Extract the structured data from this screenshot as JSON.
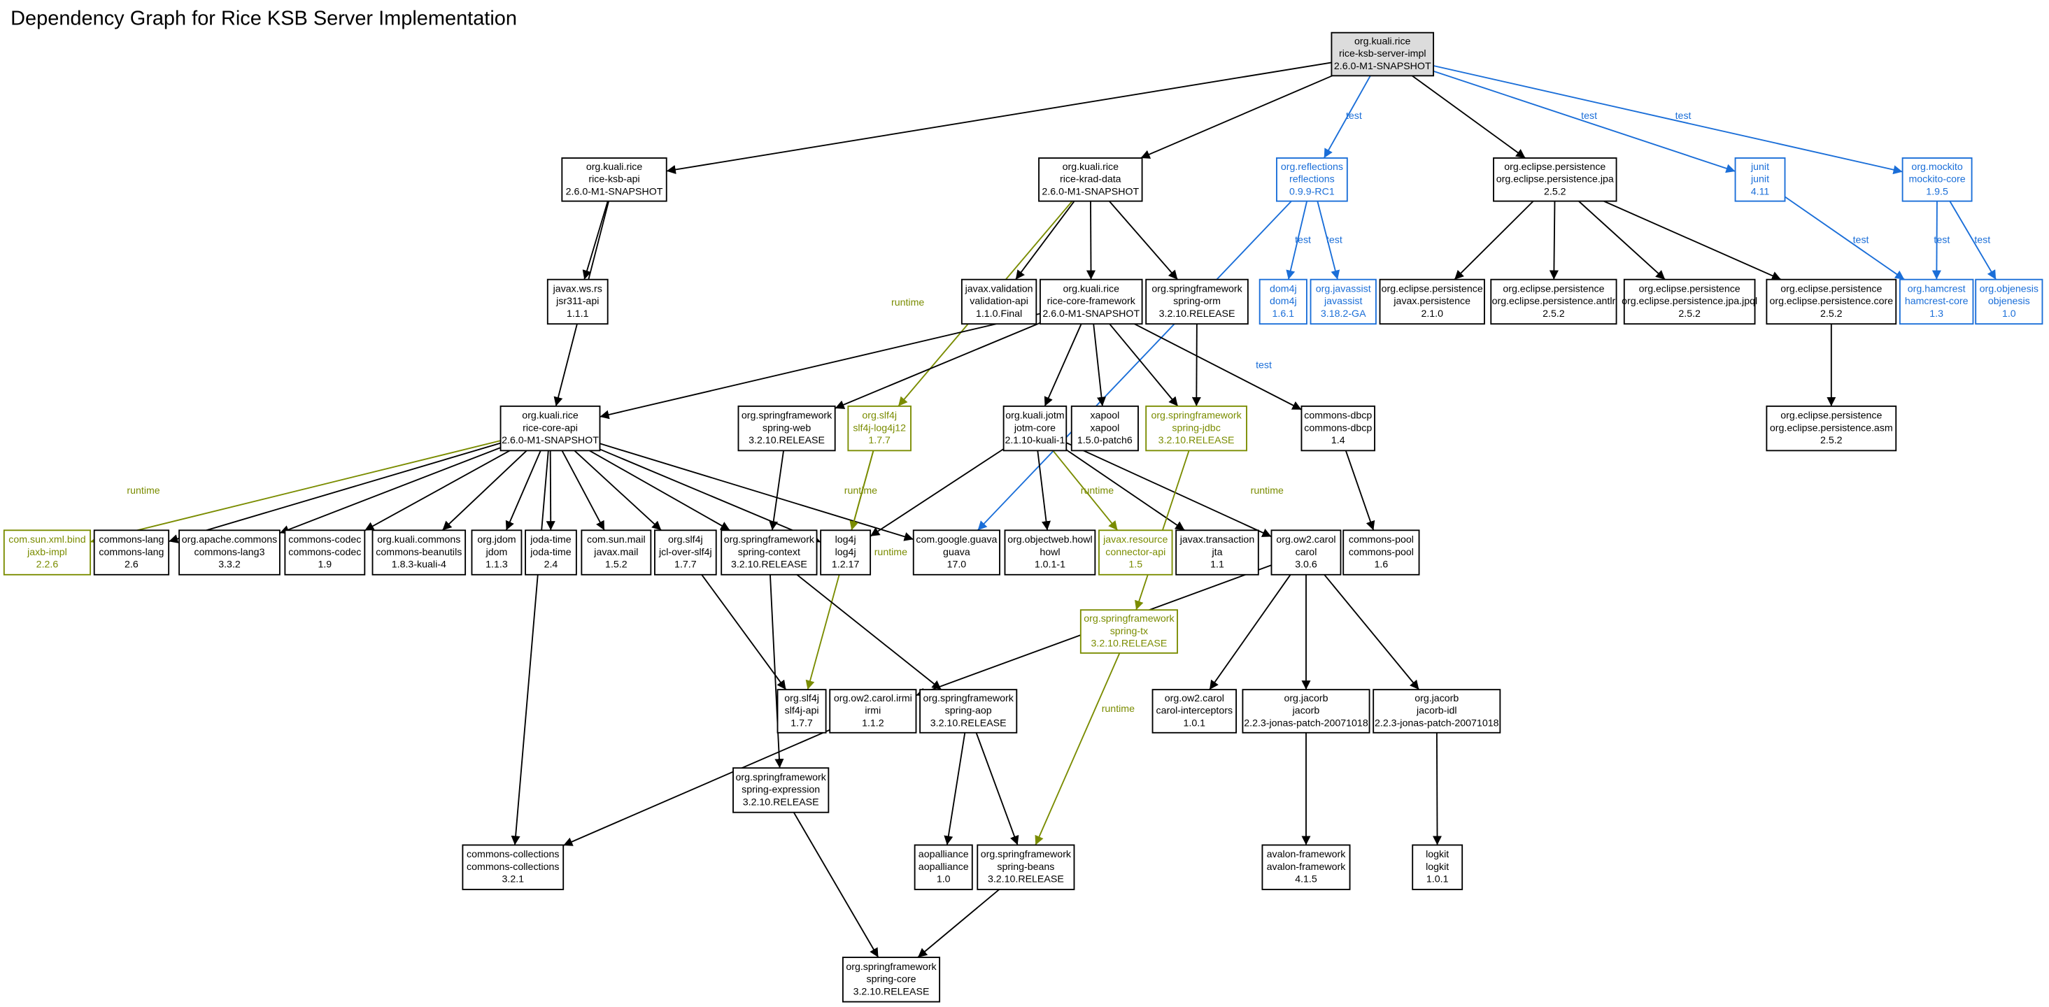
{
  "title": "Dependency Graph for Rice KSB Server Implementation",
  "colors": {
    "compile": "#000000",
    "test": "#1a6ed8",
    "runtime": "#7a8c00",
    "root_fill": "#dcdcdc"
  },
  "nodes": [
    {
      "id": "root",
      "group": "org.kuali.rice",
      "artifact": "rice-ksb-server-impl",
      "version": "2.6.0-M1-SNAPSHOT",
      "scope": "root"
    },
    {
      "id": "ksbapi",
      "group": "org.kuali.rice",
      "artifact": "rice-ksb-api",
      "version": "2.6.0-M1-SNAPSHOT",
      "scope": "compile"
    },
    {
      "id": "kradd",
      "group": "org.kuali.rice",
      "artifact": "rice-krad-data",
      "version": "2.6.0-M1-SNAPSHOT",
      "scope": "compile"
    },
    {
      "id": "refl",
      "group": "org.reflections",
      "artifact": "reflections",
      "version": "0.9.9-RC1",
      "scope": "test"
    },
    {
      "id": "jpa",
      "group": "org.eclipse.persistence",
      "artifact": "org.eclipse.persistence.jpa",
      "version": "2.5.2",
      "scope": "compile"
    },
    {
      "id": "junit",
      "group": "junit",
      "artifact": "junit",
      "version": "4.11",
      "scope": "test"
    },
    {
      "id": "mockito",
      "group": "org.mockito",
      "artifact": "mockito-core",
      "version": "1.9.5",
      "scope": "test"
    },
    {
      "id": "jsr311",
      "group": "javax.ws.rs",
      "artifact": "jsr311-api",
      "version": "1.1.1",
      "scope": "compile"
    },
    {
      "id": "validation",
      "group": "javax.validation",
      "artifact": "validation-api",
      "version": "1.1.0.Final",
      "scope": "compile"
    },
    {
      "id": "corefw",
      "group": "org.kuali.rice",
      "artifact": "rice-core-framework",
      "version": "2.6.0-M1-SNAPSHOT",
      "scope": "compile"
    },
    {
      "id": "springorm",
      "group": "org.springframework",
      "artifact": "spring-orm",
      "version": "3.2.10.RELEASE",
      "scope": "compile"
    },
    {
      "id": "dom4j",
      "group": "dom4j",
      "artifact": "dom4j",
      "version": "1.6.1",
      "scope": "test"
    },
    {
      "id": "javassist",
      "group": "org.javassist",
      "artifact": "javassist",
      "version": "3.18.2-GA",
      "scope": "test"
    },
    {
      "id": "jpersist",
      "group": "org.eclipse.persistence",
      "artifact": "javax.persistence",
      "version": "2.1.0",
      "scope": "compile"
    },
    {
      "id": "antlr",
      "group": "org.eclipse.persistence",
      "artifact": "org.eclipse.persistence.antlr",
      "version": "2.5.2",
      "scope": "compile"
    },
    {
      "id": "jpql",
      "group": "org.eclipse.persistence",
      "artifact": "org.eclipse.persistence.jpa.jpql",
      "version": "2.5.2",
      "scope": "compile"
    },
    {
      "id": "pcore",
      "group": "org.eclipse.persistence",
      "artifact": "org.eclipse.persistence.core",
      "version": "2.5.2",
      "scope": "compile"
    },
    {
      "id": "hamcrest",
      "group": "org.hamcrest",
      "artifact": "hamcrest-core",
      "version": "1.3",
      "scope": "test"
    },
    {
      "id": "objenesis",
      "group": "org.objenesis",
      "artifact": "objenesis",
      "version": "1.0",
      "scope": "test"
    },
    {
      "id": "coreapi",
      "group": "org.kuali.rice",
      "artifact": "rice-core-api",
      "version": "2.6.0-M1-SNAPSHOT",
      "scope": "compile"
    },
    {
      "id": "springweb",
      "group": "org.springframework",
      "artifact": "spring-web",
      "version": "3.2.10.RELEASE",
      "scope": "compile"
    },
    {
      "id": "slf4jlog4j",
      "group": "org.slf4j",
      "artifact": "slf4j-log4j12",
      "version": "1.7.7",
      "scope": "runtime"
    },
    {
      "id": "jotm",
      "group": "org.kuali.jotm",
      "artifact": "jotm-core",
      "version": "2.1.10-kuali-1",
      "scope": "compile"
    },
    {
      "id": "xapool",
      "group": "xapool",
      "artifact": "xapool",
      "version": "1.5.0-patch6",
      "scope": "compile"
    },
    {
      "id": "springjdbc",
      "group": "org.springframework",
      "artifact": "spring-jdbc",
      "version": "3.2.10.RELEASE",
      "scope": "runtime"
    },
    {
      "id": "dbcp",
      "group": "commons-dbcp",
      "artifact": "commons-dbcp",
      "version": "1.4",
      "scope": "compile"
    },
    {
      "id": "pasm",
      "group": "org.eclipse.persistence",
      "artifact": "org.eclipse.persistence.asm",
      "version": "2.5.2",
      "scope": "compile"
    },
    {
      "id": "jaxb",
      "group": "com.sun.xml.bind",
      "artifact": "jaxb-impl",
      "version": "2.2.6",
      "scope": "runtime"
    },
    {
      "id": "clang",
      "group": "commons-lang",
      "artifact": "commons-lang",
      "version": "2.6",
      "scope": "compile"
    },
    {
      "id": "lang3",
      "group": "org.apache.commons",
      "artifact": "commons-lang3",
      "version": "3.3.2",
      "scope": "compile"
    },
    {
      "id": "codec",
      "group": "commons-codec",
      "artifact": "commons-codec",
      "version": "1.9",
      "scope": "compile"
    },
    {
      "id": "beanutils",
      "group": "org.kuali.commons",
      "artifact": "commons-beanutils",
      "version": "1.8.3-kuali-4",
      "scope": "compile"
    },
    {
      "id": "jdom",
      "group": "org.jdom",
      "artifact": "jdom",
      "version": "1.1.3",
      "scope": "compile"
    },
    {
      "id": "jodatime",
      "group": "joda-time",
      "artifact": "joda-time",
      "version": "2.4",
      "scope": "compile"
    },
    {
      "id": "javaxmail",
      "group": "com.sun.mail",
      "artifact": "javax.mail",
      "version": "1.5.2",
      "scope": "compile"
    },
    {
      "id": "jcl",
      "group": "org.slf4j",
      "artifact": "jcl-over-slf4j",
      "version": "1.7.7",
      "scope": "compile"
    },
    {
      "id": "springcontext",
      "group": "org.springframework",
      "artifact": "spring-context",
      "version": "3.2.10.RELEASE",
      "scope": "compile"
    },
    {
      "id": "log4j",
      "group": "log4j",
      "artifact": "log4j",
      "version": "1.2.17",
      "scope": "compile"
    },
    {
      "id": "guava",
      "group": "com.google.guava",
      "artifact": "guava",
      "version": "17.0",
      "scope": "compile"
    },
    {
      "id": "howl",
      "group": "org.objectweb.howl",
      "artifact": "howl",
      "version": "1.0.1-1",
      "scope": "compile"
    },
    {
      "id": "connector",
      "group": "javax.resource",
      "artifact": "connector-api",
      "version": "1.5",
      "scope": "runtime"
    },
    {
      "id": "jta",
      "group": "javax.transaction",
      "artifact": "jta",
      "version": "1.1",
      "scope": "compile"
    },
    {
      "id": "carol",
      "group": "org.ow2.carol",
      "artifact": "carol",
      "version": "3.0.6",
      "scope": "compile"
    },
    {
      "id": "pool",
      "group": "commons-pool",
      "artifact": "commons-pool",
      "version": "1.6",
      "scope": "compile"
    },
    {
      "id": "springtx",
      "group": "org.springframework",
      "artifact": "spring-tx",
      "version": "3.2.10.RELEASE",
      "scope": "runtime"
    },
    {
      "id": "slf4japi",
      "group": "org.slf4j",
      "artifact": "slf4j-api",
      "version": "1.7.7",
      "scope": "compile"
    },
    {
      "id": "ormi",
      "group": "org.ow2.carol.irmi",
      "artifact": "irmi",
      "version": "1.1.2",
      "scope": "compile"
    },
    {
      "id": "springaop",
      "group": "org.springframework",
      "artifact": "spring-aop",
      "version": "3.2.10.RELEASE",
      "scope": "compile"
    },
    {
      "id": "carolint",
      "group": "org.ow2.carol",
      "artifact": "carol-interceptors",
      "version": "1.0.1",
      "scope": "compile"
    },
    {
      "id": "jacorb",
      "group": "org.jacorb",
      "artifact": "jacorb",
      "version": "2.2.3-jonas-patch-20071018",
      "scope": "compile"
    },
    {
      "id": "jacorbidl",
      "group": "org.jacorb",
      "artifact": "jacorb-idl",
      "version": "2.2.3-jonas-patch-20071018",
      "scope": "compile"
    },
    {
      "id": "springexpr",
      "group": "org.springframework",
      "artifact": "spring-expression",
      "version": "3.2.10.RELEASE",
      "scope": "compile"
    },
    {
      "id": "collections",
      "group": "commons-collections",
      "artifact": "commons-collections",
      "version": "3.2.1",
      "scope": "compile"
    },
    {
      "id": "aopalliance",
      "group": "aopalliance",
      "artifact": "aopalliance",
      "version": "1.0",
      "scope": "compile"
    },
    {
      "id": "springbeans",
      "group": "org.springframework",
      "artifact": "spring-beans",
      "version": "3.2.10.RELEASE",
      "scope": "compile"
    },
    {
      "id": "avalon",
      "group": "avalon-framework",
      "artifact": "avalon-framework",
      "version": "4.1.5",
      "scope": "compile"
    },
    {
      "id": "logkit",
      "group": "logkit",
      "artifact": "logkit",
      "version": "1.0.1",
      "scope": "compile"
    },
    {
      "id": "springcore",
      "group": "org.springframework",
      "artifact": "spring-core",
      "version": "3.2.10.RELEASE",
      "scope": "compile"
    }
  ],
  "edges": [
    {
      "from": "root",
      "to": "ksbapi"
    },
    {
      "from": "root",
      "to": "kradd"
    },
    {
      "from": "root",
      "to": "refl",
      "label": "test"
    },
    {
      "from": "root",
      "to": "jpa"
    },
    {
      "from": "root",
      "to": "junit",
      "label": "test"
    },
    {
      "from": "root",
      "to": "mockito",
      "label": "test"
    },
    {
      "from": "ksbapi",
      "to": "jsr311"
    },
    {
      "from": "ksbapi",
      "to": "coreapi"
    },
    {
      "from": "kradd",
      "to": "validation"
    },
    {
      "from": "kradd",
      "to": "corefw"
    },
    {
      "from": "kradd",
      "to": "springorm"
    },
    {
      "from": "kradd",
      "to": "slf4jlog4j",
      "label": "runtime"
    },
    {
      "from": "refl",
      "to": "dom4j",
      "label": "test"
    },
    {
      "from": "refl",
      "to": "javassist",
      "label": "test"
    },
    {
      "from": "refl",
      "to": "guava",
      "label": "test"
    },
    {
      "from": "jpa",
      "to": "jpersist"
    },
    {
      "from": "jpa",
      "to": "antlr"
    },
    {
      "from": "jpa",
      "to": "jpql"
    },
    {
      "from": "jpa",
      "to": "pcore"
    },
    {
      "from": "junit",
      "to": "hamcrest",
      "label": "test"
    },
    {
      "from": "mockito",
      "to": "hamcrest",
      "label": "test"
    },
    {
      "from": "mockito",
      "to": "objenesis",
      "label": "test"
    },
    {
      "from": "pcore",
      "to": "pasm"
    },
    {
      "from": "corefw",
      "to": "coreapi"
    },
    {
      "from": "corefw",
      "to": "springweb"
    },
    {
      "from": "corefw",
      "to": "jotm"
    },
    {
      "from": "corefw",
      "to": "xapool"
    },
    {
      "from": "corefw",
      "to": "springjdbc"
    },
    {
      "from": "corefw",
      "to": "dbcp"
    },
    {
      "from": "springorm",
      "to": "springjdbc"
    },
    {
      "from": "coreapi",
      "to": "jaxb",
      "label": "runtime"
    },
    {
      "from": "coreapi",
      "to": "clang"
    },
    {
      "from": "coreapi",
      "to": "lang3"
    },
    {
      "from": "coreapi",
      "to": "codec"
    },
    {
      "from": "coreapi",
      "to": "beanutils"
    },
    {
      "from": "coreapi",
      "to": "jdom"
    },
    {
      "from": "coreapi",
      "to": "jodatime"
    },
    {
      "from": "coreapi",
      "to": "javaxmail"
    },
    {
      "from": "coreapi",
      "to": "jcl"
    },
    {
      "from": "coreapi",
      "to": "springcontext"
    },
    {
      "from": "coreapi",
      "to": "log4j"
    },
    {
      "from": "coreapi",
      "to": "guava"
    },
    {
      "from": "coreapi",
      "to": "collections"
    },
    {
      "from": "springweb",
      "to": "springcontext"
    },
    {
      "from": "slf4jlog4j",
      "to": "log4j",
      "label": "runtime"
    },
    {
      "from": "slf4jlog4j",
      "to": "slf4japi",
      "label": "runtime"
    },
    {
      "from": "jotm",
      "to": "log4j"
    },
    {
      "from": "jotm",
      "to": "howl"
    },
    {
      "from": "jotm",
      "to": "connector",
      "label": "runtime"
    },
    {
      "from": "jotm",
      "to": "jta"
    },
    {
      "from": "jotm",
      "to": "carol"
    },
    {
      "from": "springjdbc",
      "to": "springtx",
      "label": "runtime"
    },
    {
      "from": "dbcp",
      "to": "pool"
    },
    {
      "from": "jcl",
      "to": "slf4japi"
    },
    {
      "from": "springcontext",
      "to": "springexpr"
    },
    {
      "from": "springcontext",
      "to": "springaop"
    },
    {
      "from": "carol",
      "to": "ormi"
    },
    {
      "from": "carol",
      "to": "carolint"
    },
    {
      "from": "carol",
      "to": "jacorb"
    },
    {
      "from": "carol",
      "to": "jacorbidl"
    },
    {
      "from": "springtx",
      "to": "springbeans",
      "label": "runtime"
    },
    {
      "from": "ormi",
      "to": "collections"
    },
    {
      "from": "springaop",
      "to": "aopalliance"
    },
    {
      "from": "springaop",
      "to": "springbeans"
    },
    {
      "from": "springexpr",
      "to": "springcore"
    },
    {
      "from": "springbeans",
      "to": "springcore"
    },
    {
      "from": "jacorb",
      "to": "avalon"
    },
    {
      "from": "jacorbidl",
      "to": "logkit"
    }
  ]
}
